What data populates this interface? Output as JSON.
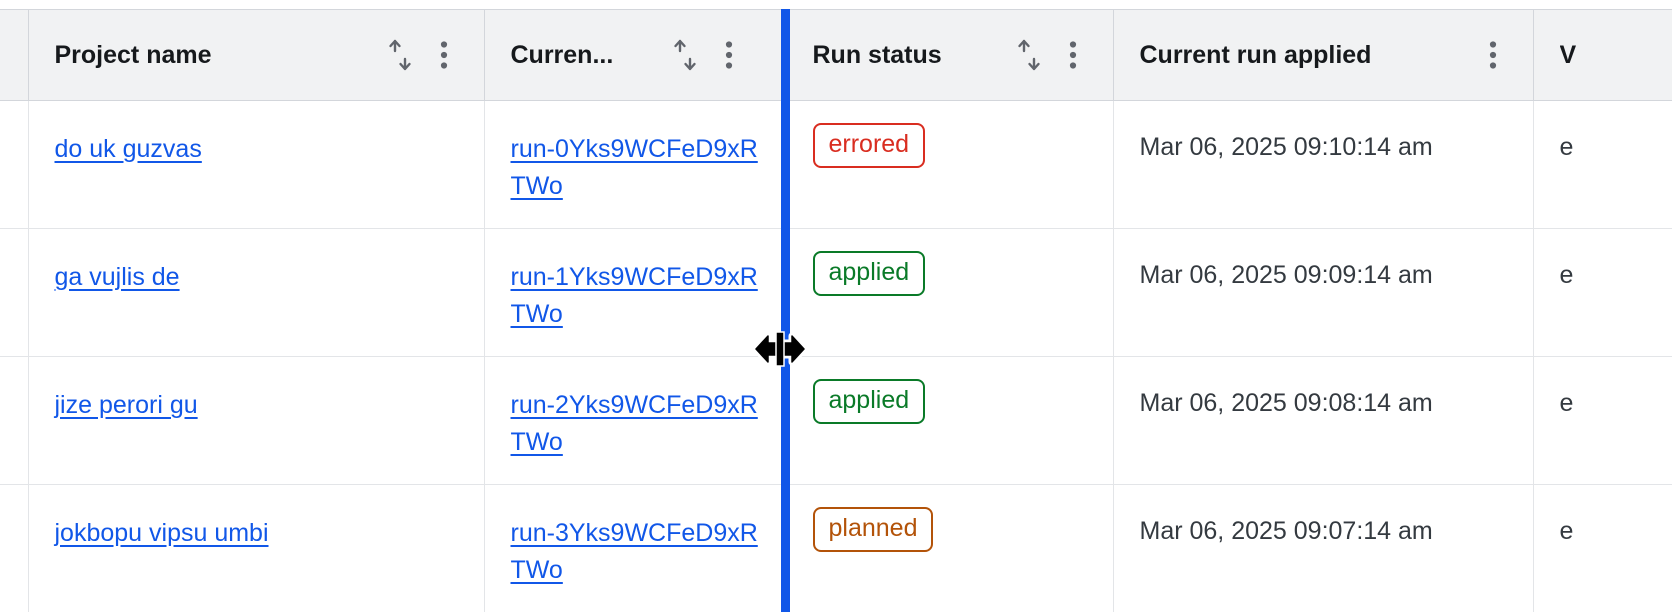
{
  "table": {
    "columns": [
      {
        "key": "select",
        "label": "",
        "sortable": false,
        "menu": false,
        "truncated": false
      },
      {
        "key": "project",
        "label": "Project name",
        "sortable": true,
        "menu": true,
        "truncated": false
      },
      {
        "key": "current",
        "label": "Curren...",
        "sortable": true,
        "menu": true,
        "truncated": true
      },
      {
        "key": "status",
        "label": "Run status",
        "sortable": true,
        "menu": true,
        "truncated": false
      },
      {
        "key": "applied",
        "label": "Current run applied",
        "sortable": false,
        "menu": true,
        "truncated": false
      },
      {
        "key": "version",
        "label": "V",
        "sortable": false,
        "menu": false,
        "truncated": true
      }
    ],
    "rows": [
      {
        "project_name": "do uk guzvas",
        "current_run": "run-0Yks9WCFeD9xRTWo",
        "run_status": "errored",
        "status_color": "#d92d20",
        "current_run_applied": "Mar 06, 2025 09:10:14 am",
        "version": "e"
      },
      {
        "project_name": "ga vujlis de",
        "current_run": "run-1Yks9WCFeD9xRTWo",
        "run_status": "applied",
        "status_color": "#0a7a28",
        "current_run_applied": "Mar 06, 2025 09:09:14 am",
        "version": "e"
      },
      {
        "project_name": "jize perori gu",
        "current_run": "run-2Yks9WCFeD9xRTWo",
        "run_status": "applied",
        "status_color": "#0a7a28",
        "current_run_applied": "Mar 06, 2025 09:08:14 am",
        "version": "e"
      },
      {
        "project_name": "jokbopu vipsu umbi",
        "current_run": "run-3Yks9WCFeD9xRTWo",
        "run_status": "planned",
        "status_color": "#b35309",
        "current_run_applied": "Mar 06, 2025 09:07:14 am",
        "version": "e"
      }
    ]
  },
  "interaction": {
    "resize_indicator_color": "#1157e8",
    "cursor": "column-resize"
  },
  "colors": {
    "link": "#1157e8",
    "header_bg": "#f1f2f3",
    "border": "#e3e5e8",
    "header_border": "#d3d6db",
    "text": "#2f3437"
  },
  "icons": {
    "sort": "sort-icon",
    "menu": "kebab-menu-icon"
  }
}
